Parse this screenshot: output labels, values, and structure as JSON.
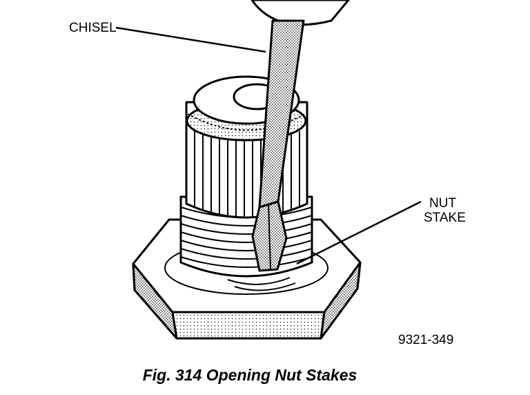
{
  "labels": {
    "chisel": "CHISEL",
    "nut_line1": "NUT",
    "nut_line2": "STAKE",
    "figure_number": "9321-349"
  },
  "caption": "Fig. 314 Opening Nut Stakes",
  "colors": {
    "ink": "#000000",
    "paper": "#ffffff",
    "shade": "#b8b8b8"
  }
}
